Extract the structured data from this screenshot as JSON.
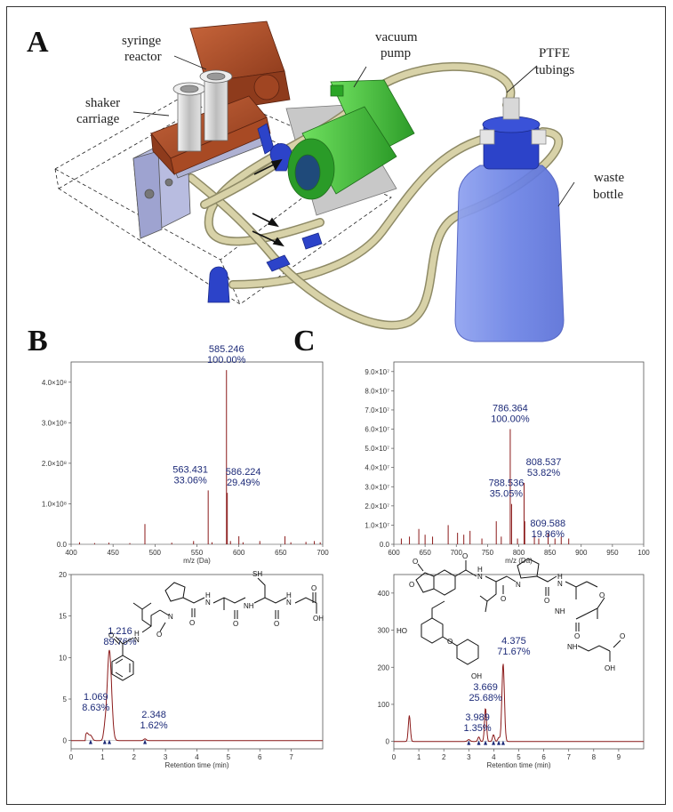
{
  "panels": {
    "a": {
      "letter": "A",
      "callouts": {
        "syringe_reactor": [
          "syringe",
          "reactor"
        ],
        "vacuum_pump": [
          "vacuum",
          "pump"
        ],
        "ptfe_tubings": [
          "PTFE",
          "tubings"
        ],
        "shaker_carriage": [
          "shaker",
          "carriage"
        ],
        "waste_bottle": [
          "waste",
          "bottle"
        ]
      },
      "colors": {
        "reactor": "#b5502b",
        "pump": "#3fbf3a",
        "bottle": "#6f86e8",
        "clamp": "#2c43c9",
        "tubing": "#cfc9a1",
        "carriage": "#b8bce0"
      }
    },
    "b": {
      "letter": "B"
    },
    "c": {
      "letter": "C"
    }
  },
  "chart_data": [
    {
      "type": "line",
      "panel": "B-top",
      "xlabel": "m/z (Da)",
      "xlim": [
        400,
        700
      ],
      "xticks": [
        400,
        450,
        500,
        550,
        600,
        650,
        700
      ],
      "ylim": [
        0,
        4.5
      ],
      "yticks": [
        {
          "v": 0,
          "label": "0.0"
        },
        {
          "v": 1,
          "label": "1.0×10⁸"
        },
        {
          "v": 2,
          "label": "2.0×10⁸"
        },
        {
          "v": 3,
          "label": "3.0×10⁸"
        },
        {
          "v": 4,
          "label": "4.0×10⁸"
        }
      ],
      "peaks": [
        [
          410,
          0.05
        ],
        [
          428,
          0.03
        ],
        [
          445,
          0.04
        ],
        [
          470,
          0.03
        ],
        [
          488,
          0.5
        ],
        [
          520,
          0.04
        ],
        [
          546,
          0.08
        ],
        [
          563.431,
          1.33
        ],
        [
          568,
          0.05
        ],
        [
          585.246,
          4.3
        ],
        [
          586.224,
          1.27
        ],
        [
          590,
          0.08
        ],
        [
          600,
          0.2
        ],
        [
          605,
          0.05
        ],
        [
          625,
          0.08
        ],
        [
          655,
          0.2
        ],
        [
          662,
          0.05
        ],
        [
          680,
          0.06
        ],
        [
          690,
          0.08
        ],
        [
          697,
          0.05
        ]
      ],
      "labels": [
        {
          "x": 585.246,
          "text": [
            "585.246",
            "100.00%"
          ]
        },
        {
          "x": 563.431,
          "text": [
            "563.431",
            "33.06%"
          ]
        },
        {
          "x": 586.224,
          "text": [
            "586.224",
            "29.49%"
          ]
        }
      ],
      "color": "#8b1a1a"
    },
    {
      "type": "line",
      "panel": "C-top",
      "xlabel": "m/z (Da)",
      "xlim": [
        600,
        1000
      ],
      "xticks": [
        {
          "v": 600,
          "label": "600"
        },
        {
          "v": 650,
          "label": "650"
        },
        {
          "v": 700,
          "label": "700"
        },
        {
          "v": 750,
          "label": "750"
        },
        {
          "v": 800,
          "label": "800"
        },
        {
          "v": 850,
          "label": "850"
        },
        {
          "v": 900,
          "label": "900"
        },
        {
          "v": 950,
          "label": "950"
        },
        {
          "v": 1000,
          "label": "100"
        }
      ],
      "ylim": [
        0,
        9.5
      ],
      "yticks": [
        {
          "v": 0,
          "label": "0.0"
        },
        {
          "v": 1,
          "label": "1.0×10⁷"
        },
        {
          "v": 2,
          "label": "2.0×10⁷"
        },
        {
          "v": 3,
          "label": "3.0×10⁷"
        },
        {
          "v": 4,
          "label": "4.0×10⁷"
        },
        {
          "v": 5,
          "label": "5.0×10⁷"
        },
        {
          "v": 6,
          "label": "6.0×10⁷"
        },
        {
          "v": 7,
          "label": "7.0×10⁷"
        },
        {
          "v": 8,
          "label": "8.0×10⁷"
        },
        {
          "v": 9,
          "label": "9.0×10⁷"
        }
      ],
      "peaks": [
        [
          612,
          0.3
        ],
        [
          625,
          0.4
        ],
        [
          640,
          0.8
        ],
        [
          650,
          0.5
        ],
        [
          662,
          0.4
        ],
        [
          687,
          1.0
        ],
        [
          702,
          0.6
        ],
        [
          712,
          0.5
        ],
        [
          722,
          0.7
        ],
        [
          741,
          0.3
        ],
        [
          764,
          1.2
        ],
        [
          772,
          0.4
        ],
        [
          786.364,
          6.0
        ],
        [
          788.536,
          2.1
        ],
        [
          798,
          0.3
        ],
        [
          808.537,
          3.2
        ],
        [
          809.588,
          1.2
        ],
        [
          825,
          0.5
        ],
        [
          832,
          0.3
        ],
        [
          847,
          0.6
        ],
        [
          858,
          0.3
        ],
        [
          868,
          0.4
        ],
        [
          880,
          0.3
        ]
      ],
      "labels": [
        {
          "x": 786.364,
          "text": [
            "786.364",
            "100.00%"
          ]
        },
        {
          "x": 808.537,
          "text": [
            "808.537",
            "53.82%"
          ]
        },
        {
          "x": 788.536,
          "text": [
            "788.536",
            "35.05%"
          ]
        },
        {
          "x": 809.588,
          "text": [
            "809.588",
            "19.86%"
          ]
        }
      ],
      "color": "#8b1a1a"
    },
    {
      "type": "line",
      "panel": "B-bottom",
      "xlabel": "Retention time (min)",
      "xlim": [
        0,
        8
      ],
      "xticks": [
        0,
        1,
        2,
        3,
        4,
        5,
        6,
        7
      ],
      "ylim": [
        -1,
        20
      ],
      "yticks": [
        {
          "v": 0,
          "label": "0"
        },
        {
          "v": 5,
          "label": "5"
        },
        {
          "v": 10,
          "label": "10"
        },
        {
          "v": 15,
          "label": "15"
        },
        {
          "v": 20,
          "label": "20"
        }
      ],
      "peaks": [
        [
          0.5,
          0.9,
          0.05
        ],
        [
          0.62,
          0.6,
          0.05
        ],
        [
          1.069,
          1.1,
          0.04
        ],
        [
          1.216,
          10.9,
          0.07
        ],
        [
          2.348,
          0.2,
          0.04
        ]
      ],
      "labels": [
        {
          "x": 1.216,
          "text": [
            "1.216",
            "89.76%"
          ]
        },
        {
          "x": 1.069,
          "text": [
            "1.069",
            "8.63%"
          ]
        },
        {
          "x": 2.348,
          "text": [
            "2.348",
            "1.62%"
          ]
        }
      ],
      "color": "#8b1a1a"
    },
    {
      "type": "line",
      "panel": "C-bottom",
      "xlabel": "Retention time (min)",
      "xlim": [
        0,
        10
      ],
      "xticks": [
        0,
        1,
        2,
        3,
        4,
        5,
        6,
        7,
        8,
        9
      ],
      "ylim": [
        -20,
        450
      ],
      "yticks": [
        {
          "v": 0,
          "label": "0"
        },
        {
          "v": 100,
          "label": "100"
        },
        {
          "v": 200,
          "label": "200"
        },
        {
          "v": 300,
          "label": "300"
        },
        {
          "v": 400,
          "label": "400"
        }
      ],
      "peaks": [
        [
          0.62,
          70,
          0.04
        ],
        [
          3.0,
          5,
          0.05
        ],
        [
          3.4,
          12,
          0.04
        ],
        [
          3.669,
          90,
          0.04
        ],
        [
          3.989,
          18,
          0.04
        ],
        [
          4.2,
          10,
          0.04
        ],
        [
          4.375,
          210,
          0.05
        ]
      ],
      "labels": [
        {
          "x": 4.375,
          "text": [
            "4.375",
            "71.67%"
          ]
        },
        {
          "x": 3.669,
          "text": [
            "3.669",
            "25.68%"
          ]
        },
        {
          "x": 3.989,
          "text": [
            "3.989",
            "1.35%"
          ]
        }
      ],
      "color": "#8b1a1a"
    }
  ],
  "chem": {
    "b": {
      "sh": "SH",
      "h": "H",
      "n": "N",
      "nh": "NH",
      "o": "O",
      "oh": "OH"
    },
    "c": {
      "ho": "HO",
      "oh": "OH",
      "o": "O",
      "n": "N",
      "h": "H",
      "nh": "NH"
    }
  }
}
